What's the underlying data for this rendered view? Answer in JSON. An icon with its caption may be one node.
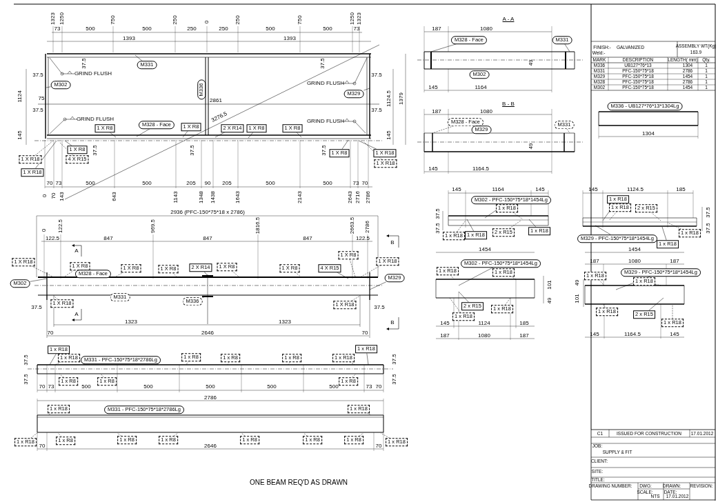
{
  "diagram": {
    "nodes": [
      {
        "text": [
          "M331"
        ]
      },
      {
        "text": [
          "M302"
        ]
      },
      {
        "text": [
          "M336"
        ]
      },
      {
        "text": [
          "M329"
        ]
      },
      {
        "text": [
          "M328 - Face"
        ]
      },
      {
        "text": [
          "1 X R8"
        ]
      },
      {
        "text": [
          "1 X R8"
        ]
      },
      {
        "text": [
          "2 X R14"
        ]
      },
      {
        "text": [
          "1 X R8"
        ]
      },
      {
        "text": [
          "1 X R8"
        ]
      },
      {
        "text": [
          "1 X R8"
        ]
      },
      {
        "text": [
          "4 X R15"
        ]
      },
      {
        "text": [
          "1 X R18"
        ]
      },
      {
        "text": [
          "1 X R18"
        ]
      },
      {
        "text": [
          "1 X R8"
        ]
      },
      {
        "text": [
          "1 X R18"
        ]
      },
      {
        "text": [
          "1 X R18"
        ]
      },
      {
        "text": [
          "1 X R18"
        ]
      },
      {
        "text": [
          "1 X R8"
        ]
      },
      {
        "text": [
          "M328 - Face"
        ]
      },
      {
        "text": [
          "1 X R8"
        ]
      },
      {
        "text": [
          "1 X R8"
        ]
      },
      {
        "text": [
          "2 X R14"
        ]
      },
      {
        "text": [
          "1 X R8"
        ]
      },
      {
        "text": [
          "1 X R8"
        ]
      },
      {
        "text": [
          "1 X R8"
        ]
      },
      {
        "text": [
          "4 X R15"
        ]
      },
      {
        "text": [
          "1 X R18"
        ]
      },
      {
        "text": [
          "M302"
        ]
      },
      {
        "text": [
          "M329"
        ]
      },
      {
        "text": [
          "M331"
        ]
      },
      {
        "text": [
          "M336"
        ]
      },
      {
        "text": [
          "1 X R18"
        ]
      },
      {
        "text": [
          "1 X R18"
        ]
      },
      {
        "text": [
          "1 x R18"
        ]
      },
      {
        "text": [
          "1 x R18"
        ]
      },
      {
        "text": [
          "M331 - PFC-150*75*18*2786Lg"
        ]
      },
      {
        "text": [
          "1 x R8"
        ]
      },
      {
        "text": [
          "1 x R8"
        ]
      },
      {
        "text": [
          "1 x R8"
        ]
      },
      {
        "text": [
          "1 x R18"
        ]
      },
      {
        "text": [
          "1 x R18"
        ]
      },
      {
        "text": [
          "1 x R8"
        ]
      },
      {
        "text": [
          "1 x R8"
        ]
      },
      {
        "text": [
          "1 x R8"
        ]
      },
      {
        "text": [
          "1 x R18"
        ]
      },
      {
        "text": [
          "M331 - PFC-150*75*18*2786Lg"
        ]
      },
      {
        "text": [
          "1 x R18"
        ]
      },
      {
        "text": [
          "1 x R18"
        ]
      },
      {
        "text": [
          "1 x R8"
        ]
      },
      {
        "text": [
          "1 x R8"
        ]
      },
      {
        "text": [
          "1 x R8"
        ]
      },
      {
        "text": [
          "1 x R8"
        ]
      },
      {
        "text": [
          "1 x R8"
        ]
      },
      {
        "text": [
          "1 x R8"
        ]
      },
      {
        "text": [
          "1 x R18"
        ]
      },
      {
        "text": [
          "M328 - Face"
        ]
      },
      {
        "text": [
          "M331"
        ]
      },
      {
        "text": [
          "M302"
        ]
      },
      {
        "text": [
          "M328 - Face"
        ]
      },
      {
        "text": [
          "M331"
        ]
      },
      {
        "text": [
          "M329"
        ]
      },
      {
        "text": [
          "M336 - UB127*76*13*1304Lg"
        ]
      },
      {
        "text": [
          "M302 - PFC-150*75*18*1454Lg"
        ]
      },
      {
        "text": [
          "1 x R18"
        ]
      },
      {
        "text": [
          "1 x R18"
        ]
      },
      {
        "text": [
          "1 x R18"
        ]
      },
      {
        "text": [
          "2 x R15"
        ]
      },
      {
        "text": [
          "1 x R18"
        ]
      },
      {
        "text": [
          "1 x R18"
        ]
      },
      {
        "text": [
          "1 x R18"
        ]
      },
      {
        "text": [
          "2 x R15"
        ]
      },
      {
        "text": [
          "1 x R18"
        ]
      },
      {
        "text": [
          "M329 - PFC-150*75*18*1454Lg"
        ]
      },
      {
        "text": [
          "1 x R18"
        ]
      },
      {
        "text": [
          "M302 - PFC-150*75*18*1454Lg"
        ]
      },
      {
        "text": [
          "1 x R18"
        ]
      },
      {
        "text": [
          "1 x R18"
        ]
      },
      {
        "text": [
          "2 x R15"
        ]
      },
      {
        "text": [
          "1 x R18"
        ]
      },
      {
        "text": [
          "1 x R18"
        ]
      },
      {
        "text": [
          "M329 - PFC-150*75*18*1454Lg"
        ]
      },
      {
        "text": [
          "1 x R18"
        ]
      },
      {
        "text": [
          "1 x R18"
        ]
      },
      {
        "text": [
          "1 x R18"
        ]
      },
      {
        "text": [
          "2 x R15"
        ]
      },
      {
        "text": [
          "1 x R18"
        ]
      }
    ],
    "edges": [
      {
        "from": 0,
        "to": null,
        "arrow": "none"
      },
      {
        "from": 1,
        "to": null,
        "arrow": "none"
      },
      {
        "from": 3,
        "to": null,
        "arrow": "none"
      },
      {
        "from": 4,
        "to": null,
        "arrow": "none"
      },
      {
        "from": 5,
        "to": null,
        "arrow": "none"
      },
      {
        "from": 6,
        "to": null,
        "arrow": "none"
      },
      {
        "from": 7,
        "to": null,
        "arrow": "none"
      },
      {
        "from": 8,
        "to": null,
        "arrow": "none"
      },
      {
        "from": 9,
        "to": null,
        "arrow": "none"
      },
      {
        "from": 10,
        "to": null,
        "arrow": "none"
      },
      {
        "from": 11,
        "to": null,
        "arrow": "none",
        "style": "dashed"
      },
      {
        "from": 12,
        "to": null,
        "arrow": "none",
        "style": "dashed"
      },
      {
        "from": 13,
        "to": null,
        "arrow": "none"
      },
      {
        "from": 14,
        "to": null,
        "arrow": "none"
      },
      {
        "from": 15,
        "to": null,
        "arrow": "none"
      },
      {
        "from": 16,
        "to": null,
        "arrow": "none",
        "style": "dashed"
      },
      {
        "from": 17,
        "to": null,
        "arrow": "none",
        "style": "dashed"
      },
      {
        "from": 18,
        "to": null,
        "arrow": "none",
        "style": "dashed"
      },
      {
        "from": 20,
        "to": null,
        "arrow": "none",
        "style": "dashed"
      },
      {
        "from": 21,
        "to": null,
        "arrow": "none",
        "style": "dashed"
      },
      {
        "from": 22,
        "to": null,
        "arrow": "none"
      },
      {
        "from": 23,
        "to": null,
        "arrow": "none",
        "style": "dashed"
      },
      {
        "from": 24,
        "to": null,
        "arrow": "none",
        "style": "dashed"
      },
      {
        "from": 25,
        "to": null,
        "arrow": "none",
        "style": "dashed"
      },
      {
        "from": 26,
        "to": null,
        "arrow": "none"
      },
      {
        "from": 27,
        "to": null,
        "arrow": "none",
        "style": "dashed"
      },
      {
        "from": 28,
        "to": null,
        "arrow": "none"
      },
      {
        "from": 29,
        "to": null,
        "arrow": "none"
      },
      {
        "from": 31,
        "to": null,
        "arrow": "none"
      },
      {
        "from": 32,
        "to": null,
        "arrow": "none",
        "style": "dashed"
      },
      {
        "from": 33,
        "to": null,
        "arrow": "none",
        "style": "dashed"
      },
      {
        "from": 34,
        "to": null,
        "arrow": "none"
      },
      {
        "from": 35,
        "to": null,
        "arrow": "none",
        "style": "dashed"
      },
      {
        "from": 37,
        "to": null,
        "arrow": "none",
        "style": "dashed"
      },
      {
        "from": 38,
        "to": null,
        "arrow": "none",
        "style": "dashed"
      },
      {
        "from": 39,
        "to": null,
        "arrow": "none",
        "style": "dashed"
      },
      {
        "from": 40,
        "to": null,
        "arrow": "none",
        "style": "dashed"
      },
      {
        "from": 41,
        "to": null,
        "arrow": "none"
      },
      {
        "from": 42,
        "to": null,
        "arrow": "none",
        "style": "dashed"
      },
      {
        "from": 43,
        "to": null,
        "arrow": "none",
        "style": "dashed"
      },
      {
        "from": 44,
        "to": null,
        "arrow": "none",
        "style": "dashed"
      },
      {
        "from": 45,
        "to": null,
        "arrow": "none",
        "style": "dashed"
      },
      {
        "from": 47,
        "to": null,
        "arrow": "none",
        "style": "dashed"
      },
      {
        "from": 48,
        "to": null,
        "arrow": "none",
        "style": "dashed"
      },
      {
        "from": 49,
        "to": null,
        "arrow": "none",
        "style": "dashed"
      },
      {
        "from": 50,
        "to": null,
        "arrow": "none",
        "style": "dashed"
      },
      {
        "from": 51,
        "to": null,
        "arrow": "none",
        "style": "dashed"
      },
      {
        "from": 52,
        "to": null,
        "arrow": "none",
        "style": "dashed"
      },
      {
        "from": 53,
        "to": null,
        "arrow": "none",
        "style": "dashed"
      },
      {
        "from": 54,
        "to": null,
        "arrow": "none",
        "style": "dashed"
      },
      {
        "from": 55,
        "to": null,
        "arrow": "none",
        "style": "dashed"
      },
      {
        "from": 56,
        "to": null,
        "arrow": "none"
      },
      {
        "from": 57,
        "to": null,
        "arrow": "none"
      },
      {
        "from": 59,
        "to": null,
        "arrow": "none",
        "style": "dashed"
      },
      {
        "from": 60,
        "to": null,
        "arrow": "none",
        "style": "dashed"
      },
      {
        "from": 63,
        "to": null,
        "arrow": "none"
      },
      {
        "from": 64,
        "to": null,
        "arrow": "none",
        "style": "dashed"
      },
      {
        "from": 65,
        "to": null,
        "arrow": "none",
        "style": "dashed"
      },
      {
        "from": 66,
        "to": null,
        "arrow": "none"
      },
      {
        "from": 67,
        "to": null,
        "arrow": "none",
        "style": "dashed"
      },
      {
        "from": 68,
        "to": null,
        "arrow": "none"
      },
      {
        "from": 69,
        "to": null,
        "arrow": "none"
      },
      {
        "from": 70,
        "to": null,
        "arrow": "none",
        "style": "dashed"
      },
      {
        "from": 71,
        "to": null,
        "arrow": "none",
        "style": "dashed"
      },
      {
        "from": 72,
        "to": null,
        "arrow": "none",
        "style": "dashed"
      },
      {
        "from": 73,
        "to": null,
        "arrow": "none"
      },
      {
        "from": 74,
        "to": null,
        "arrow": "none"
      },
      {
        "from": 75,
        "to": null,
        "arrow": "none"
      },
      {
        "from": 76,
        "to": null,
        "arrow": "none",
        "style": "dashed"
      },
      {
        "from": 77,
        "to": null,
        "arrow": "none",
        "style": "dashed"
      },
      {
        "from": 78,
        "to": null,
        "arrow": "none"
      },
      {
        "from": 79,
        "to": null,
        "arrow": "none",
        "style": "dashed"
      },
      {
        "from": 80,
        "to": null,
        "arrow": "none",
        "style": "dashed"
      },
      {
        "from": 81,
        "to": null,
        "arrow": "none"
      },
      {
        "from": 82,
        "to": null,
        "arrow": "none",
        "style": "dashed"
      },
      {
        "from": 83,
        "to": null,
        "arrow": "none",
        "style": "dashed"
      },
      {
        "from": 84,
        "to": null,
        "arrow": "none",
        "style": "dashed"
      },
      {
        "from": 85,
        "to": null,
        "arrow": "none"
      },
      {
        "from": 86,
        "to": null,
        "arrow": "none",
        "style": "dashed"
      }
    ],
    "labels": [
      "1323",
      "1250",
      "750",
      "250",
      "0",
      "250",
      "750",
      "1250",
      "1323",
      "73",
      "500",
      "500",
      "250",
      "250",
      "500",
      "500",
      "73",
      "1393",
      "1393",
      "37.5",
      "GRIND FLUSH",
      "37.5",
      "1124",
      "75",
      "2861",
      "3276.5",
      "37.5",
      "GRIND FLUSH",
      "37.5",
      "1124.5",
      "1379",
      "37.5",
      "GRIND FLUSH",
      "GRIND FLUSH",
      "37.5",
      "145",
      "145",
      "37.5",
      "37.5",
      "37.5",
      "70",
      "73",
      "500",
      "500",
      "205",
      "90",
      "205",
      "500",
      "500",
      "73",
      "70",
      "0",
      "70",
      "143",
      "643",
      "1143",
      "1348",
      "1438",
      "1643",
      "2143",
      "2643",
      "2716",
      "2786",
      "2936 (PFC-150*75*18 x 2786)",
      "0",
      "122.5",
      "969.5",
      "1816.5",
      "2663.5",
      "2786",
      "122.5",
      "847",
      "847",
      "847",
      "122.5",
      "A",
      "B",
      "37.5",
      "37.5",
      "A",
      "1323",
      "1323",
      "B",
      "70",
      "2646",
      "70",
      "37.5",
      "37.5",
      "37.5",
      "37.5",
      "70",
      "73",
      "500",
      "500",
      "500",
      "500",
      "500",
      "73",
      "70",
      "2786",
      "70",
      "2646",
      "70",
      "ONE BEAM REQ'D AS DRAWN",
      "A - A",
      "187",
      "1080",
      "49",
      "145",
      "1164",
      "B - B",
      "187",
      "1080",
      "49",
      "145",
      "1164.5",
      "FINISH:-",
      "GALVANIZED",
      "ASSEMBLY WT(Kg)",
      "Weld:-",
      "163.9",
      "MARK",
      "DESCRIPTION",
      "LENGTH( mm)",
      "Qty.",
      "M336",
      "UB127*76*13",
      "1304",
      "1",
      "M331",
      "PFC-150*75*18",
      "2786",
      "1",
      "M329",
      "PFC-150*75*18",
      "1454",
      "1",
      "M328",
      "PFC-150*75*18",
      "2786",
      "1",
      "M302",
      "PFC-150*75*18",
      "1454",
      "1",
      "1304",
      "145",
      "1164",
      "145",
      "37.5",
      "37.5",
      "145",
      "1124.5",
      "185",
      "37.5",
      "37.5",
      "1454",
      "101",
      "49",
      "145",
      "1124",
      "185",
      "187",
      "1080",
      "187",
      "1454",
      "187",
      "1080",
      "187",
      "49",
      "101",
      "145",
      "1164.5",
      "145",
      "C1",
      "ISSUED FOR CONSTRUCTION",
      "17.01.2012",
      "JOB:",
      "SUPPLY & FIT",
      "CLIENT:",
      "SITE:",
      "TITLE:",
      "DRAWING NUMBER:",
      "DWG:",
      "DRAWN:",
      "REVISION:",
      "SCALE:",
      "NTS",
      "DATE:",
      "17.01.2012"
    ]
  }
}
